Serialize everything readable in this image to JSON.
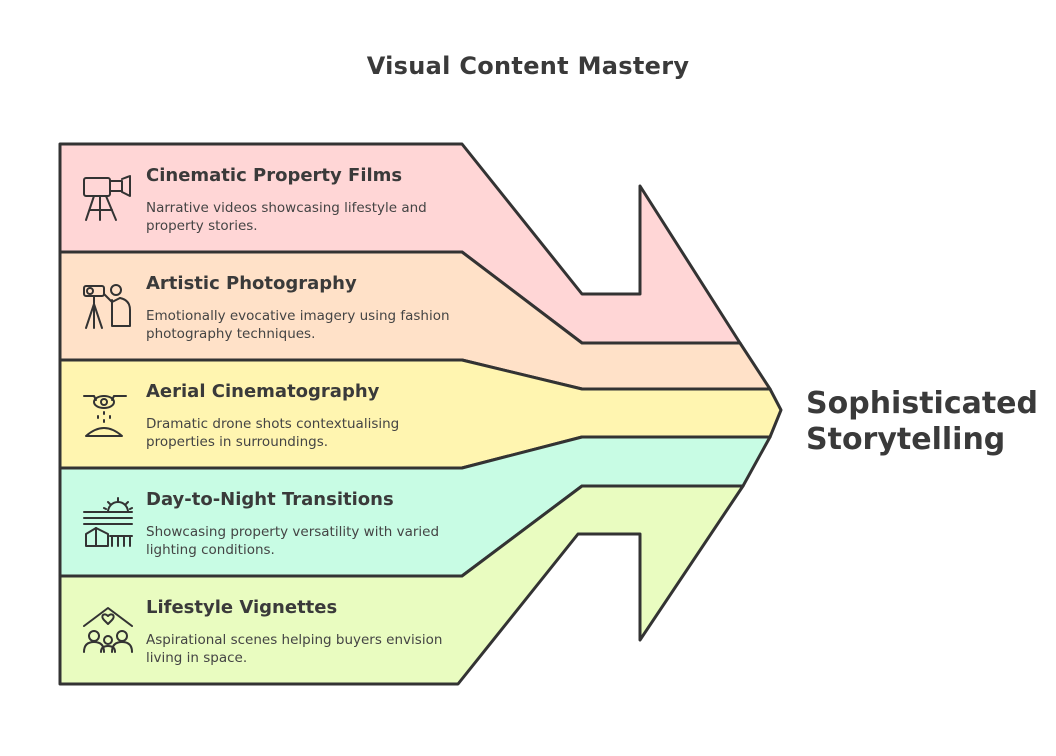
{
  "title": "Visual Content Mastery",
  "conclusion": {
    "line1": "Sophisticated",
    "line2": "Storytelling"
  },
  "items": [
    {
      "title": "Cinematic Property Films",
      "description": "Narrative videos showcasing lifestyle and property stories.",
      "icon": "film-camera-icon",
      "color": "#ffd6d6"
    },
    {
      "title": "Artistic Photography",
      "description": "Emotionally evocative imagery using fashion photography techniques.",
      "icon": "photographer-icon",
      "color": "#ffe1c8"
    },
    {
      "title": "Aerial Cinematography",
      "description": "Dramatic drone shots contextualising properties in surroundings.",
      "icon": "drone-icon",
      "color": "#fff5b0"
    },
    {
      "title": "Day-to-Night Transitions",
      "description": "Showcasing property versatility with varied lighting conditions.",
      "icon": "sunset-house-icon",
      "color": "#c8fce4"
    },
    {
      "title": "Lifestyle Vignettes",
      "description": "Aspirational scenes helping buyers envision living in space.",
      "icon": "family-home-icon",
      "color": "#e9fcc0"
    }
  ]
}
